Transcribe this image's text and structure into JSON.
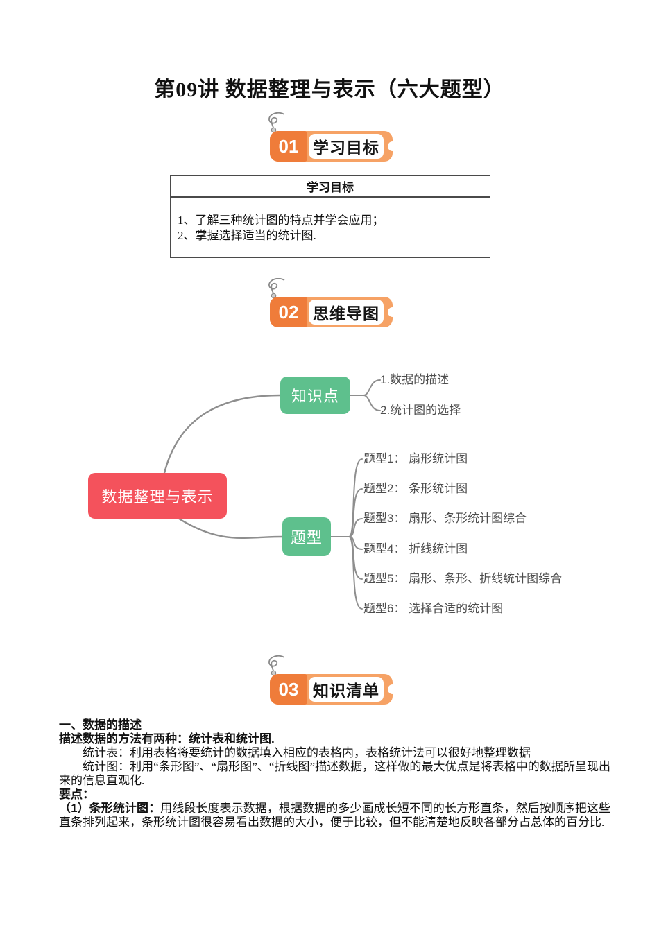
{
  "page": {
    "title": "第09讲 数据整理与表示（六大题型）"
  },
  "sections": [
    {
      "number": "01",
      "label": "学习目标"
    },
    {
      "number": "02",
      "label": "思维导图"
    },
    {
      "number": "03",
      "label": "知识清单"
    }
  ],
  "objectives_table": {
    "header": "学习目标",
    "items": [
      "1、了解三种统计图的特点并学会应用；",
      "2、掌握选择适当的统计图."
    ]
  },
  "mindmap": {
    "root": "数据整理与表示",
    "branches": [
      {
        "label": "知识点",
        "children": [
          "1.数据的描述",
          "2.统计图的选择"
        ]
      },
      {
        "label": "题型",
        "children": [
          "题型1： 扇形统计图",
          "题型2： 条形统计图",
          "题型3： 扇形、条形统计图综合",
          "题型4： 折线统计图",
          "题型5： 扇形、条形、折线统计图综合",
          "题型6： 选择合适的统计图"
        ]
      }
    ],
    "colors": {
      "root_bg": "#f4525c",
      "branch_bg": "#5ec08d",
      "connector": "#8e8e8e",
      "child_text": "#4d4d4d"
    }
  },
  "badge_colors": {
    "outer_orange": "#f6a265",
    "number_orange": "#ef7c3a",
    "label_text": "#151515"
  },
  "knowledge": {
    "heading1": "一、数据的描述",
    "method_line": "描述数据的方法有两种：统计表和统计图.",
    "para_table": "统计表：利用表格将要统计的数据填入相应的表格内，表格统计法可以很好地整理数据",
    "para_chart": "统计图：利用“条形图”、“扇形图”、“折线图”描述数据，这样做的最大优点是将表格中的数据所呈现出来的信息直观化.",
    "keypoints_label": "要点：",
    "point1_label": "（1）条形统计图：",
    "point1_text": "用线段长度表示数据，根据数据的多少画成长短不同的长方形直条，然后按顺序把这些直条排列起来，条形统计图很容易看出数据的大小，便于比较，但不能清楚地反映各部分占总体的百分比."
  }
}
